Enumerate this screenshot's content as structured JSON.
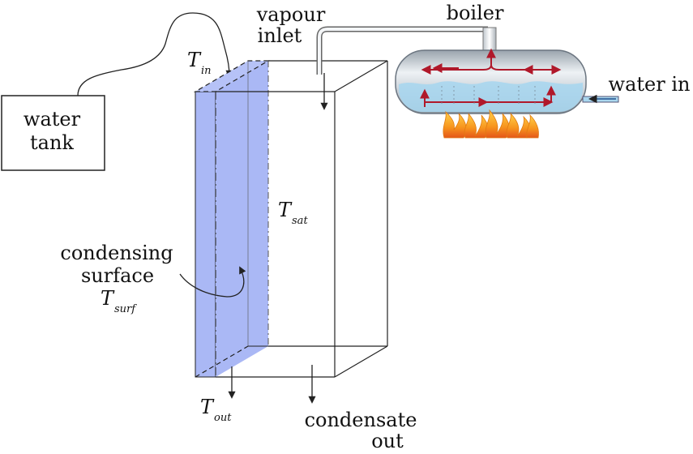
{
  "labels": {
    "water_tank": [
      "water",
      "tank"
    ],
    "vapour_inlet": [
      "vapour",
      "inlet"
    ],
    "boiler": "boiler",
    "water_in": "water in",
    "condensing_surface": [
      "condensing",
      "surface"
    ],
    "condensate_out": [
      "condensate",
      "out"
    ],
    "t_in": {
      "main": "T",
      "sub": "in"
    },
    "t_sat": {
      "main": "T",
      "sub": "sat"
    },
    "t_surf": {
      "main": "T",
      "sub": "surf"
    },
    "t_out": {
      "main": "T",
      "sub": "out"
    }
  },
  "colors": {
    "condensing_surface_fill": "#aab8f5",
    "water": "#a9d6ee",
    "flow_arrows": "#b0182a",
    "flame": "#f39a16",
    "lines": "#222222"
  }
}
